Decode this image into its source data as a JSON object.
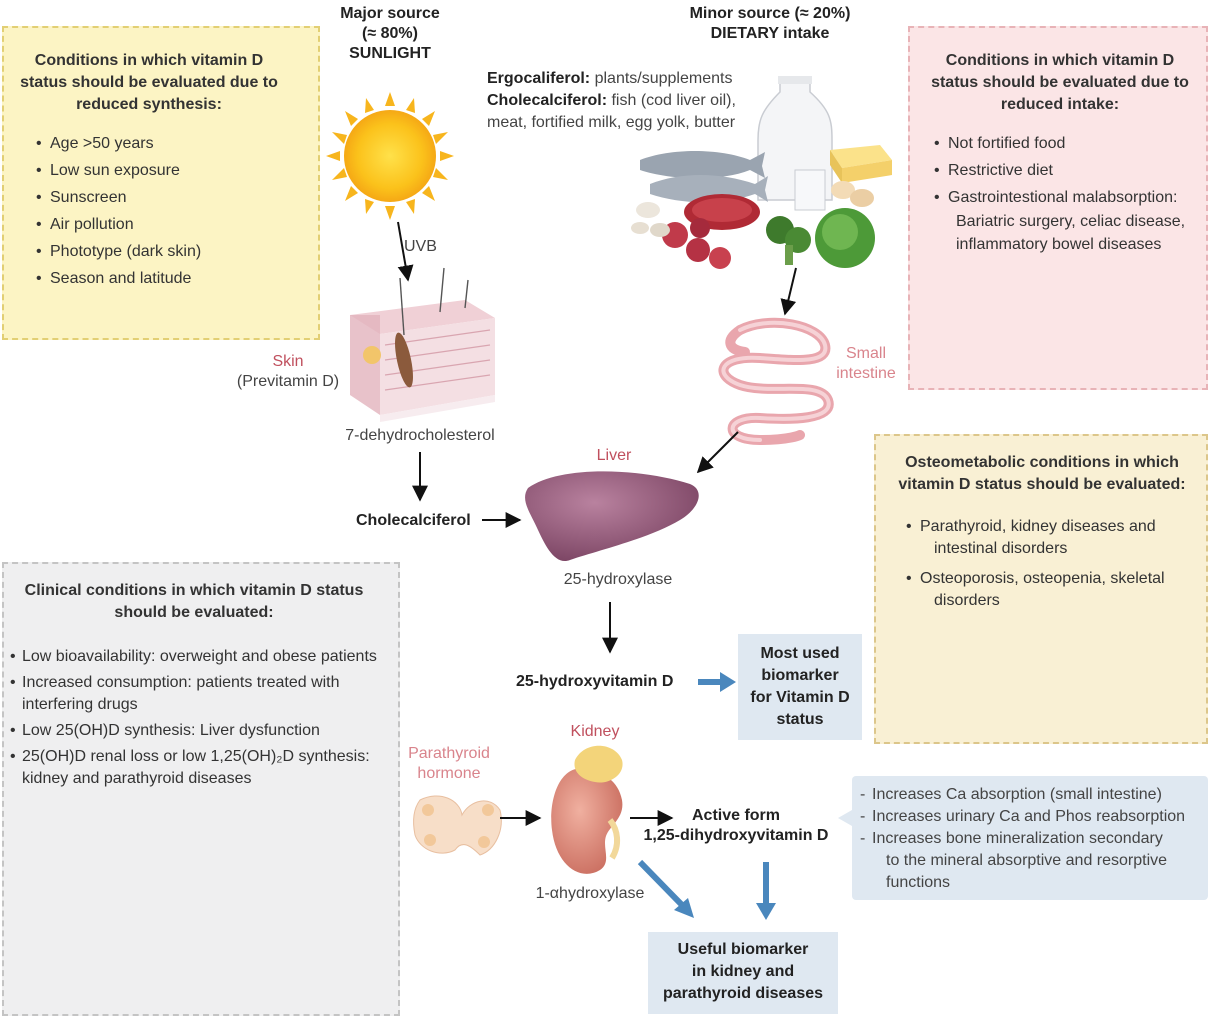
{
  "sources": {
    "major_line1": "Major source",
    "major_line2": "(≈ 80%)",
    "major_line3": "SUNLIGHT",
    "minor_line1": "Minor source (≈ 20%)",
    "minor_line2": "DIETARY intake"
  },
  "diet": {
    "ergo_bold": "Ergocaliferol:",
    "ergo_text": " plants/supplements",
    "chole_bold": "Cholecalciferol:",
    "chole_text": " fish (cod liver oil),",
    "line3": "meat, fortified milk, egg yolk, butter"
  },
  "reduced_synthesis": {
    "title": "Conditions in which vitamin D status should be evaluated due to reduced synthesis:",
    "items": [
      "Age >50 years",
      "Low sun exposure",
      "Sunscreen",
      "Air pollution",
      "Phototype (dark skin)",
      "Season and latitude"
    ]
  },
  "reduced_intake": {
    "title": "Conditions in which vitamin D status should be evaluated due to reduced intake:",
    "items": [
      "Not fortified food",
      "Restrictive diet",
      "Gastrointestional malabsorption:"
    ],
    "sub_line1": "Bariatric surgery, celiac disease,",
    "sub_line2": "inflammatory bowel diseases"
  },
  "osteometabolic": {
    "title": "Osteometabolic conditions in which vitamin D status should be evaluated:",
    "item1_line1": "Parathyroid, kidney diseases and",
    "item1_line2": "intestinal disorders",
    "item2_line1": "Osteoporosis, osteopenia, skeletal",
    "item2_line2": "disorders"
  },
  "clinical": {
    "title": "Clinical conditions in which vitamin D status should be evaluated:",
    "item1": "Low bioavailability: overweight and obese patients",
    "item2_line1": "Increased consumption: patients treated with",
    "item2_line2": "interfering drugs",
    "item3": "Low 25(OH)D synthesis: Liver dysfunction",
    "item4_line1": "25(OH)D renal loss or low 1,25(OH)₂D synthesis:",
    "item4_line2": "kidney and parathyroid diseases"
  },
  "pathway": {
    "uvb": "UVB",
    "skin": "Skin",
    "previtamin": "(Previtamin D)",
    "dehydro": "7-dehydrocholesterol",
    "cholecalciferol": "Cholecalciferol",
    "liver": "Liver",
    "hydroxylase25": "25-hydroxylase",
    "hydroxyvitd": "25-hydroxyvitamin D",
    "small_intestine_line1": "Small",
    "small_intestine_line2": "intestine",
    "kidney": "Kidney",
    "pth_line1": "Parathyroid",
    "pth_line2": "hormone",
    "alpha_hydroxylase": "1-αhydroxylase",
    "active_line1": "Active form",
    "active_line2": "1,25-dihydroxyvitamin D"
  },
  "biomarker_main": {
    "line1": "Most used",
    "line2": "biomarker",
    "line3": "for Vitamin D",
    "line4": "status"
  },
  "biomarker_kidney": {
    "line1": "Useful biomarker",
    "line2": "in kidney and",
    "line3": "parathyroid diseases"
  },
  "effects": {
    "item1": "Increases Ca absorption (small intestine)",
    "item2": "Increases urinary Ca and Phos reabsorption",
    "item3_line1": "Increases bone mineralization secondary",
    "item3_line2": "to the mineral absorptive and resorptive",
    "item3_line3": "functions"
  },
  "colors": {
    "yellow_box": "#fcf4c4",
    "pink_box": "#fbe5e6",
    "osteo_box": "#f9f0d4",
    "gray_box": "#efeff0",
    "blue_box": "#dfe8f1",
    "blue_arrow": "#4a87bd",
    "liver": "#9a5e7e",
    "kidney": "#d98a7c"
  }
}
